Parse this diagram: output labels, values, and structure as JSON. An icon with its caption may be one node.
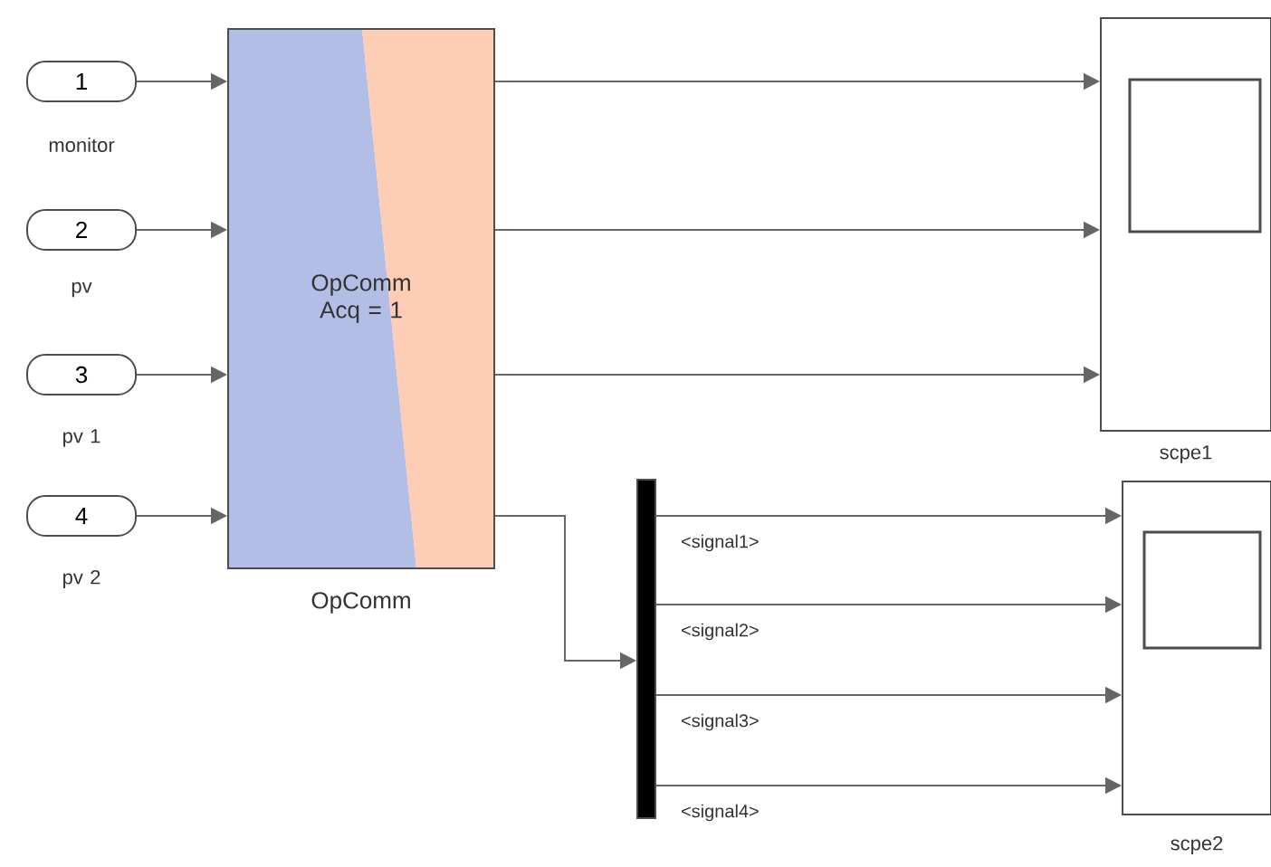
{
  "diagram": {
    "nodes": [
      {
        "text": [
          "1"
        ],
        "beside": [
          "monitor"
        ]
      },
      {
        "text": [
          "2"
        ],
        "beside": [
          "pv"
        ]
      },
      {
        "text": [
          "3"
        ],
        "beside": [
          "pv 1"
        ]
      },
      {
        "text": [
          "4"
        ],
        "beside": [
          "pv 2"
        ]
      },
      {
        "text": [
          "OpComm Acq = 1"
        ],
        "beside": [
          "OpComm"
        ]
      },
      {
        "text": [],
        "shape": "bar"
      },
      {
        "text": [],
        "shape": "box",
        "beside": [
          "scpe1"
        ]
      },
      {
        "text": [],
        "shape": "box",
        "beside": [
          "scpe2"
        ]
      }
    ],
    "edges": [
      {
        "from": 0,
        "to": 4,
        "arrow": "to"
      },
      {
        "from": 1,
        "to": 4,
        "arrow": "to"
      },
      {
        "from": 2,
        "to": 4,
        "arrow": "to"
      },
      {
        "from": 3,
        "to": 4,
        "arrow": "to"
      },
      {
        "from": 4,
        "to": 6,
        "arrow": "to"
      },
      {
        "from": 4,
        "to": 6,
        "arrow": "to"
      },
      {
        "from": 4,
        "to": 6,
        "arrow": "to"
      },
      {
        "from": 4,
        "to": 5,
        "arrow": "to"
      },
      {
        "from": 5,
        "to": 7,
        "label": "<signal1>",
        "arrow": "to"
      },
      {
        "from": 5,
        "to": 7,
        "label": "<signal2>",
        "arrow": "to"
      },
      {
        "from": 5,
        "to": 7,
        "label": "<signal3>",
        "arrow": "to"
      },
      {
        "from": 5,
        "to": 7,
        "label": "<signal4>",
        "arrow": "to"
      }
    ]
  }
}
